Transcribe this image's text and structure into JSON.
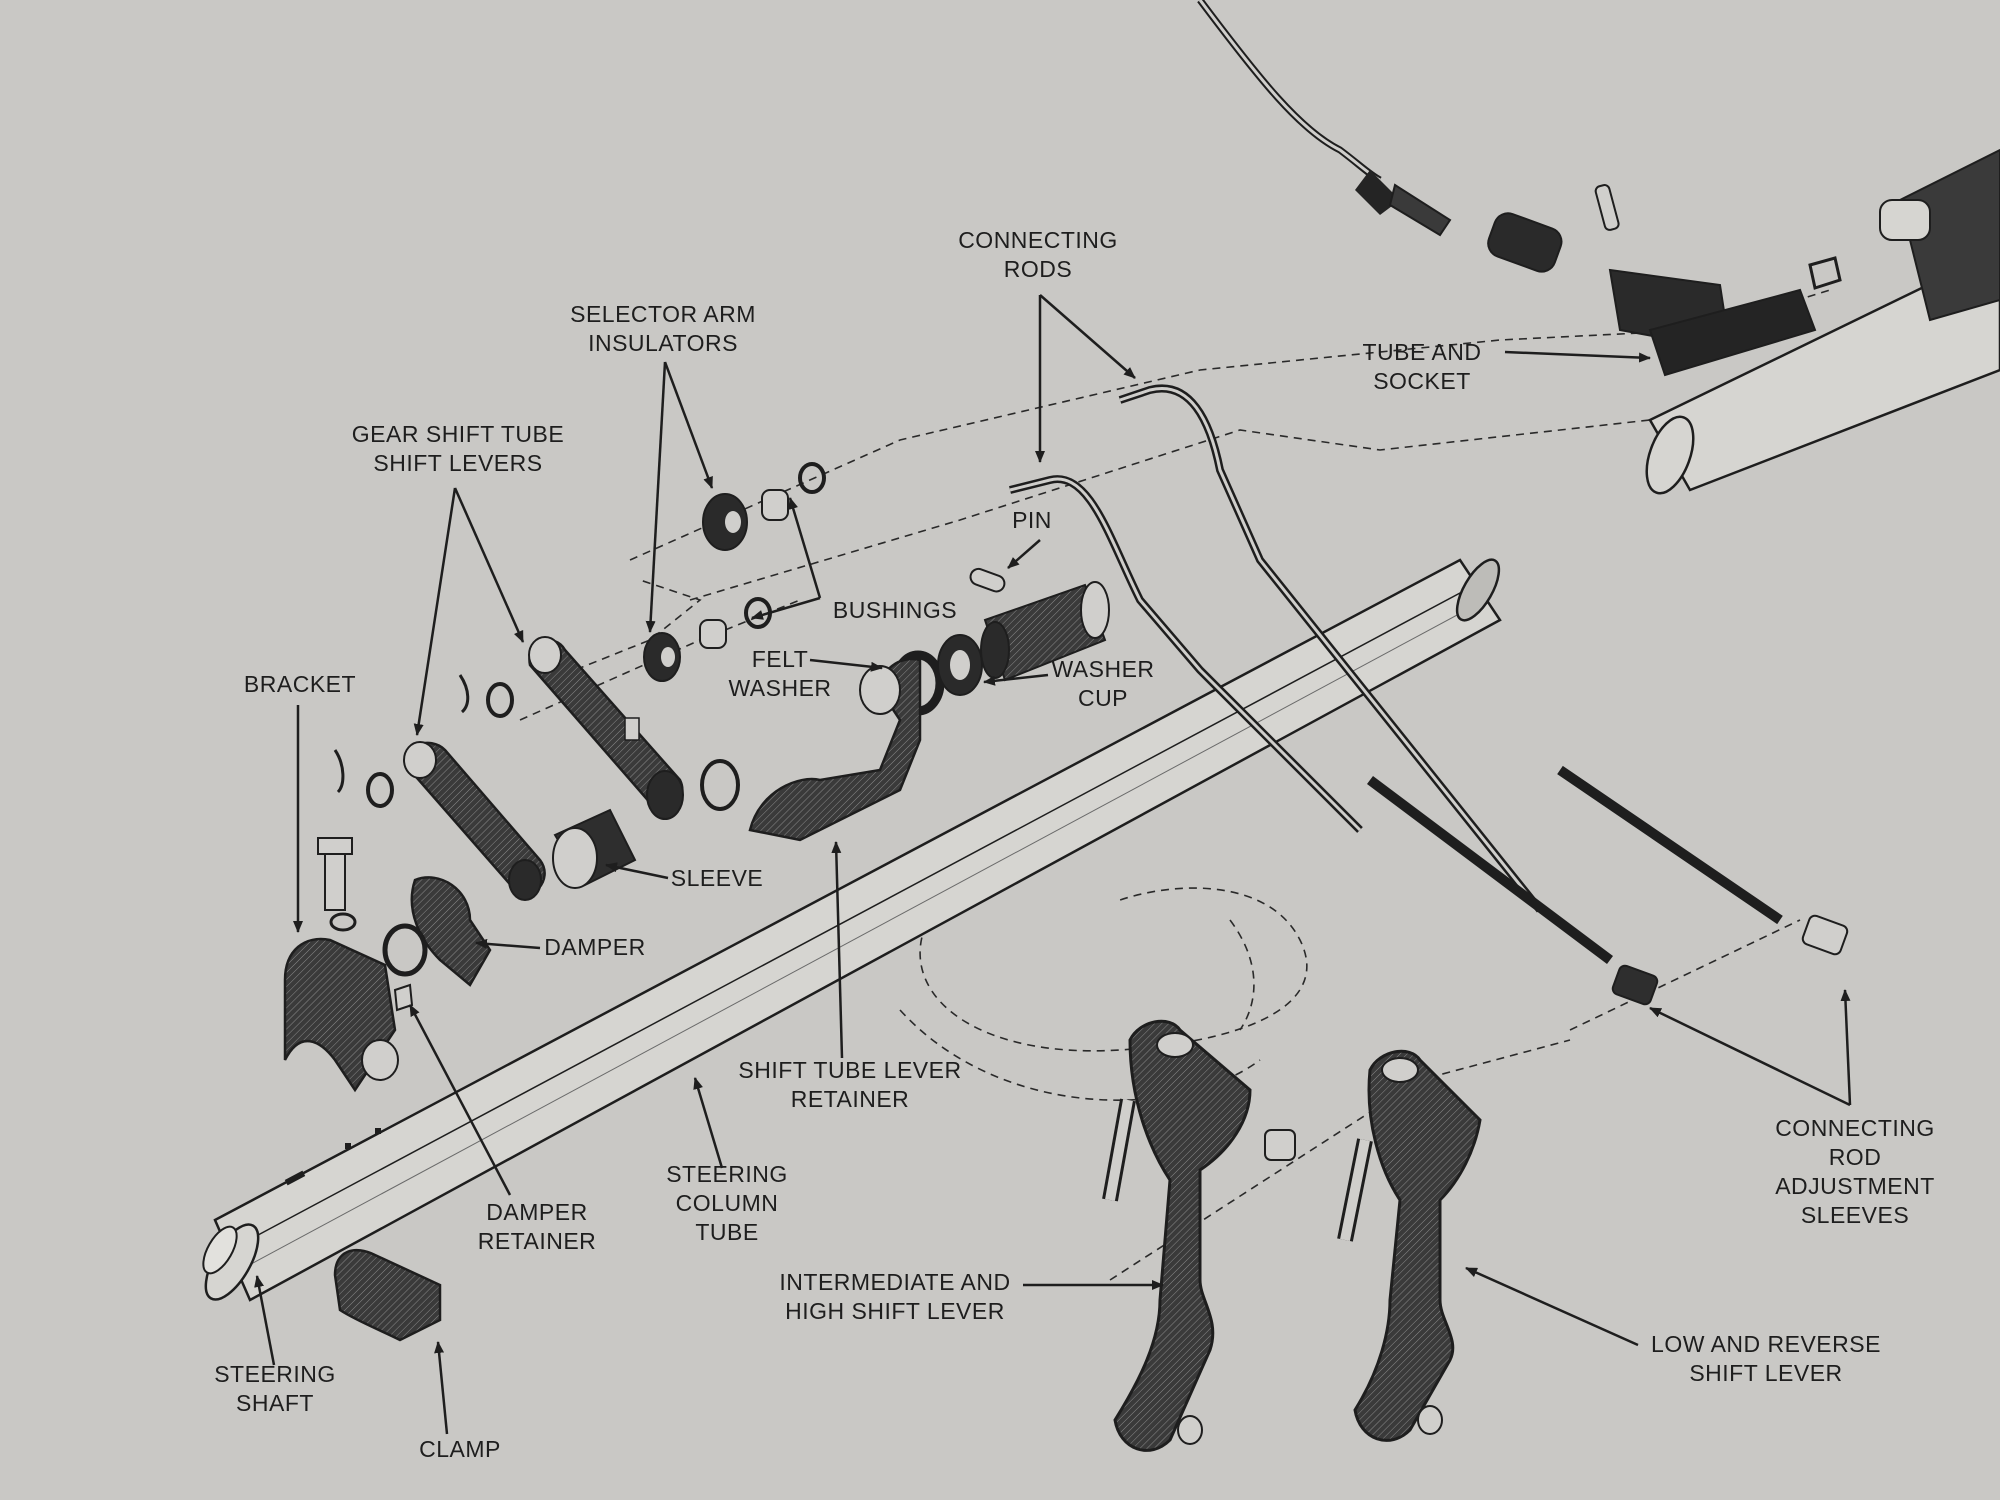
{
  "colors": {
    "paper": "#c9c8c5",
    "ink": "#1e1e1e",
    "fill_dark": "#242424",
    "fill_light": "#d3d2ce"
  },
  "labels": {
    "connecting_rods": "CONNECTING\nRODS",
    "selector_arm_insulators": "SELECTOR ARM\nINSULATORS",
    "tube_and_socket": "TUBE AND\nSOCKET",
    "gear_shift_tube_shift_levers": "GEAR SHIFT TUBE\nSHIFT LEVERS",
    "pin": "PIN",
    "bushings": "BUSHINGS",
    "felt_washer": "FELT\nWASHER",
    "washer_cup": "WASHER\nCUP",
    "bracket": "BRACKET",
    "sleeve": "SLEEVE",
    "damper": "DAMPER",
    "shift_tube_lever_retainer": "SHIFT TUBE LEVER\nRETAINER",
    "connecting_rod_adjustment_sleeves": "CONNECTING ROD\nADJUSTMENT SLEEVES",
    "steering_column_tube": "STEERING\nCOLUMN\nTUBE",
    "damper_retainer": "DAMPER\nRETAINER",
    "intermediate_and_high_shift_lever": "INTERMEDIATE AND\nHIGH SHIFT LEVER",
    "low_and_reverse_shift_lever": "LOW AND REVERSE\nSHIFT LEVER",
    "steering_shaft": "STEERING\nSHAFT",
    "clamp": "CLAMP"
  }
}
